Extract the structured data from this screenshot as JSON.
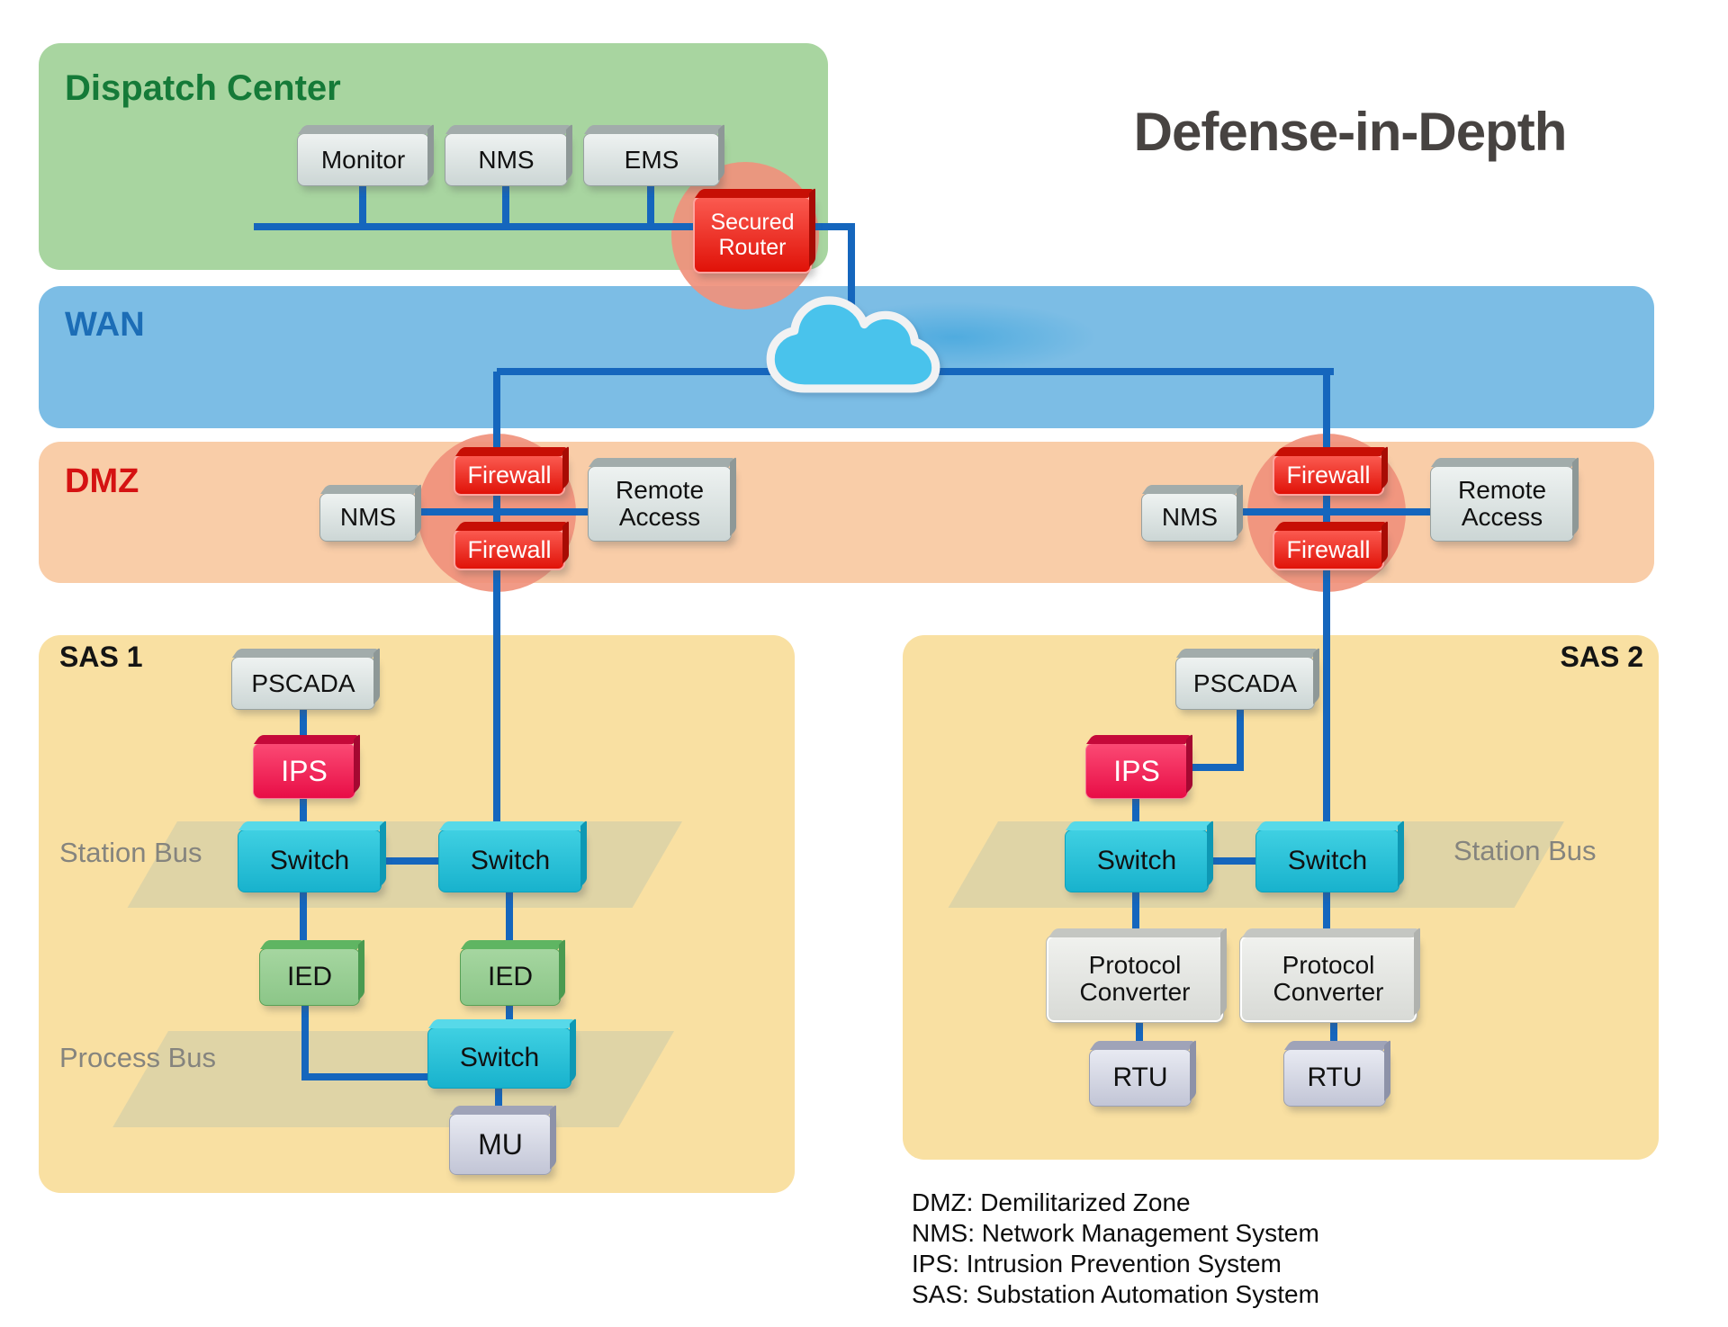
{
  "title": "Defense-in-Depth",
  "zones": {
    "dispatch_center": {
      "label": "Dispatch Center"
    },
    "wan": {
      "label": "WAN"
    },
    "dmz": {
      "label": "DMZ"
    },
    "sas1": {
      "label": "SAS 1",
      "station_bus": "Station Bus",
      "process_bus": "Process Bus"
    },
    "sas2": {
      "label": "SAS 2",
      "station_bus": "Station Bus"
    }
  },
  "nodes": {
    "monitor": "Monitor",
    "nms_dispatch": "NMS",
    "ems": "EMS",
    "secured_router": "Secured Router",
    "dmz_left": {
      "nms": "NMS",
      "firewall_top": "Firewall",
      "firewall_bottom": "Firewall",
      "remote_access": "Remote Access"
    },
    "dmz_right": {
      "nms": "NMS",
      "firewall_top": "Firewall",
      "firewall_bottom": "Firewall",
      "remote_access": "Remote Access"
    },
    "sas1": {
      "pscada": "PSCADA",
      "ips": "IPS",
      "switch_left": "Switch",
      "switch_right": "Switch",
      "ied_left": "IED",
      "ied_right": "IED",
      "switch_process": "Switch",
      "mu": "MU"
    },
    "sas2": {
      "pscada": "PSCADA",
      "ips": "IPS",
      "switch_left": "Switch",
      "switch_right": "Switch",
      "protocol_converter_left": "Protocol Converter",
      "protocol_converter_right": "Protocol Converter",
      "rtu_left": "RTU",
      "rtu_right": "RTU"
    }
  },
  "legend": {
    "items": [
      "DMZ: Demilitarized Zone",
      "NMS: Network Management System",
      "IPS: Intrusion Prevention System",
      "SAS: Substation Automation System"
    ]
  },
  "colors": {
    "dispatch_zone": "#a8d5a0",
    "wan_zone": "#7cbde5",
    "dmz_zone": "#f9cda8",
    "sas_zone": "#f9e0a2",
    "line_blue": "#1566bd",
    "firewall_red": "#e81f14",
    "ips_crimson": "#ee1150",
    "switch_cyan": "#22bfd9",
    "ied_green": "#95cc90",
    "alert_circle": "#f0917c",
    "cloud_blue": "#49c3ec"
  }
}
